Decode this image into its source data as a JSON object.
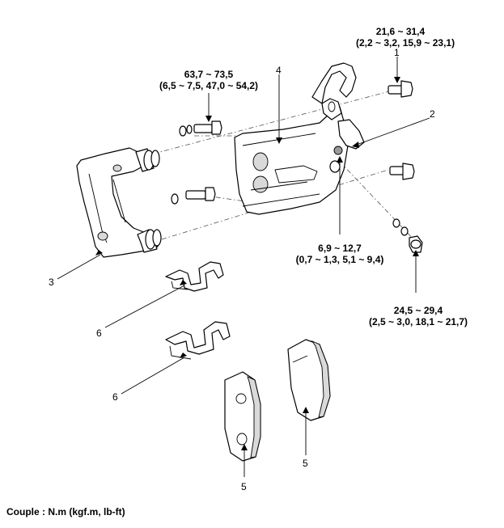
{
  "specs": {
    "bolt1_torque": "21,6 ~ 31,4",
    "bolt1_alt": "(2,2 ~ 3,2, 15,9 ~ 23,1)",
    "guide_bolt_torque": "63,7 ~ 73,5",
    "guide_bolt_alt": "(6,5 ~ 7,5, 47,0 ~ 54,2)",
    "bleeder_torque": "6,9 ~ 12,7",
    "bleeder_alt": "(0,7 ~ 1,3, 5,1 ~ 9,4)",
    "hose_bolt_torque": "24,5 ~ 29,4",
    "hose_bolt_alt": "(2,5 ~ 3,0, 18,1 ~ 21,7)"
  },
  "callouts": {
    "c1": "1",
    "c2": "2",
    "c3": "3",
    "c4": "4",
    "c5a": "5",
    "c5b": "5",
    "c6a": "6",
    "c6b": "6"
  },
  "footer": "Couple : N.m (kgf.m, lb-ft)"
}
